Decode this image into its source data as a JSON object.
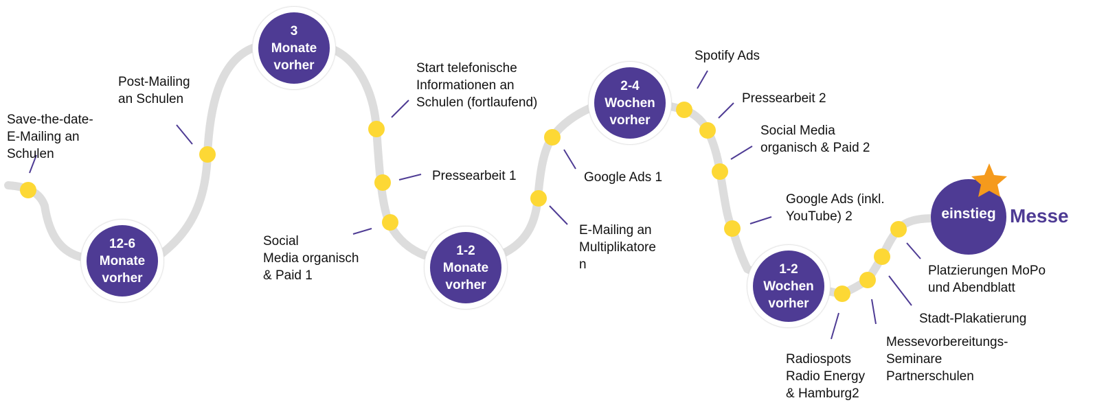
{
  "colors": {
    "path": "#dddddd",
    "milestone": "#fdd835",
    "phase": "#4e3b94",
    "connector": "#4e3b94",
    "star": "#f59a1c",
    "text": "#111111"
  },
  "phases": [
    {
      "id": "12-6-months",
      "text": "12-6\nMonate\nvorher"
    },
    {
      "id": "3-months",
      "text": "3\nMonate\nvorher"
    },
    {
      "id": "1-2-months",
      "text": "1-2\nMonate\nvorher"
    },
    {
      "id": "2-4-weeks",
      "text": "2-4\nWochen\nvorher"
    },
    {
      "id": "1-2-weeks",
      "text": "1-2\nWochen\nvorher"
    }
  ],
  "milestones": [
    {
      "id": "save-the-date",
      "text": "Save-the-date-\nE-Mailing an\nSchulen"
    },
    {
      "id": "post-mailing",
      "text": "Post-Mailing\nan Schulen"
    },
    {
      "id": "telefonische-info",
      "text": "Start telefonische\nInformationen an\nSchulen (fortlaufend)"
    },
    {
      "id": "pressearbeit-1",
      "text": "Pressearbeit 1"
    },
    {
      "id": "social-media-1",
      "text": "Social\nMedia  organisch\n& Paid 1"
    },
    {
      "id": "google-ads-1",
      "text": "Google Ads 1"
    },
    {
      "id": "e-mailing-multiplikatoren",
      "text": "E-Mailing an\nMultiplikatore\nn"
    },
    {
      "id": "spotify-ads",
      "text": "Spotify Ads"
    },
    {
      "id": "pressearbeit-2",
      "text": "Pressearbeit 2"
    },
    {
      "id": "social-media-2",
      "text": "Social Media\norganisch & Paid 2"
    },
    {
      "id": "google-ads-2",
      "text": "Google Ads (inkl.\nYouTube) 2"
    },
    {
      "id": "radiospots",
      "text": "Radiospots\nRadio Energy\n& Hamburg2"
    },
    {
      "id": "messevorbereitung",
      "text": "Messevorbereitungs-\nSeminare\nPartnerschulen"
    },
    {
      "id": "stadt-plakatierung",
      "text": "Stadt-Plakatierung"
    },
    {
      "id": "platzierungen-mopo",
      "text": "Platzierungen MoPo\nund Abendblatt"
    }
  ],
  "logo": {
    "einstieg": "einstieg",
    "messe": "Messe",
    "star_icon": "star-icon"
  }
}
